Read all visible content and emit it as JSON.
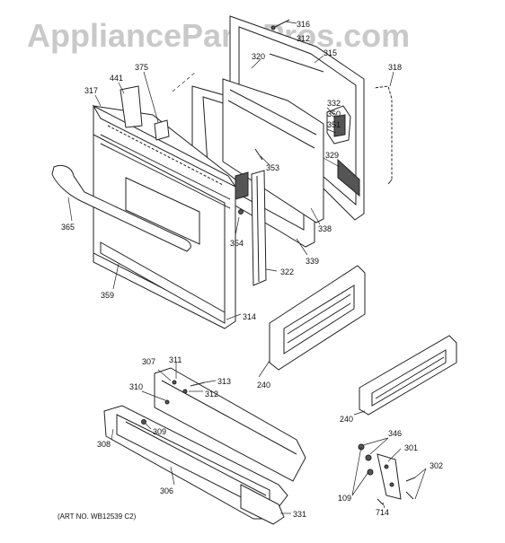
{
  "watermark": "AppliancePartsPros.com",
  "art_no": "(ART NO. WB12539 C2)",
  "labels": {
    "l316": "316",
    "l312": "312",
    "l320": "320",
    "l315": "315",
    "l318": "318",
    "l441": "441",
    "l375": "375",
    "l317": "317",
    "l332": "332",
    "l350": "350",
    "l351": "351",
    "l329": "329",
    "l353": "353",
    "l338": "338",
    "l365": "365",
    "l354": "354",
    "l339": "339",
    "l322": "322",
    "l359": "359",
    "l314": "314",
    "l240a": "240",
    "l240b": "240",
    "l307": "307",
    "l311": "311",
    "l313": "313",
    "l312b": "312",
    "l310": "310",
    "l309": "309",
    "l308": "308",
    "l306": "306",
    "l331": "331",
    "l346": "346",
    "l301": "301",
    "l302": "302",
    "l109": "109",
    "l714": "714"
  }
}
